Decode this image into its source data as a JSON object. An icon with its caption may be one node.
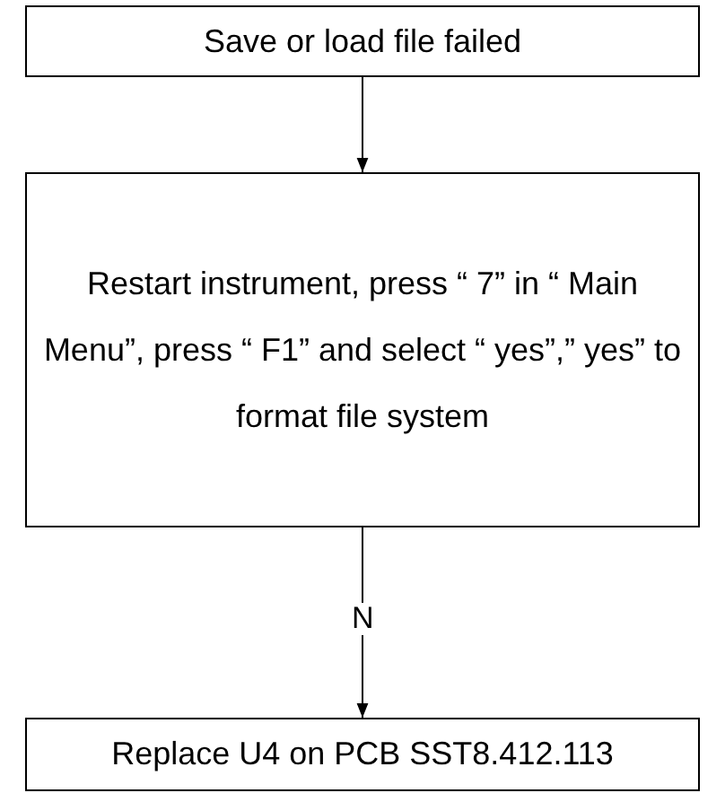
{
  "diagram": {
    "nodes": [
      {
        "text": [
          "Save or load file failed"
        ]
      },
      {
        "text": [
          "Restart instrument, press “ 7” in “ Main Menu”, press “ F1” and select “ yes”,” yes” to format file system"
        ]
      },
      {
        "text": [
          "Replace U4 on PCB SST8.412.113"
        ]
      }
    ],
    "edges": [
      {
        "from": 0,
        "to": 1,
        "arrow": "to"
      },
      {
        "from": 1,
        "to": 2,
        "arrow": "to",
        "label": "N"
      }
    ]
  }
}
